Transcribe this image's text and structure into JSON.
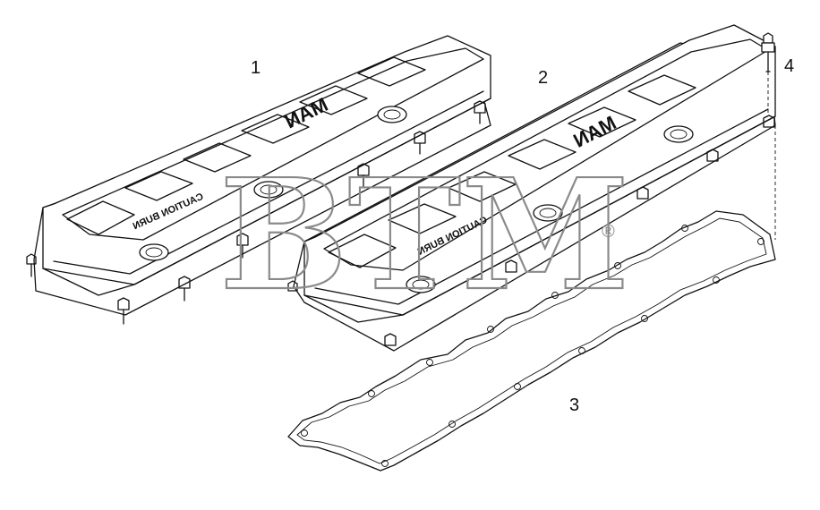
{
  "callouts": [
    {
      "id": "1",
      "label": "1"
    },
    {
      "id": "2",
      "label": "2"
    },
    {
      "id": "3",
      "label": "3"
    },
    {
      "id": "4",
      "label": "4"
    }
  ],
  "emboss": {
    "brand": "MAN",
    "cover_text": "CAUTION BURN"
  },
  "watermark": {
    "text": "BTM",
    "mark": "®"
  },
  "colors": {
    "line": "#111111",
    "watermark": "#8a8a8a",
    "background": "#ffffff"
  }
}
